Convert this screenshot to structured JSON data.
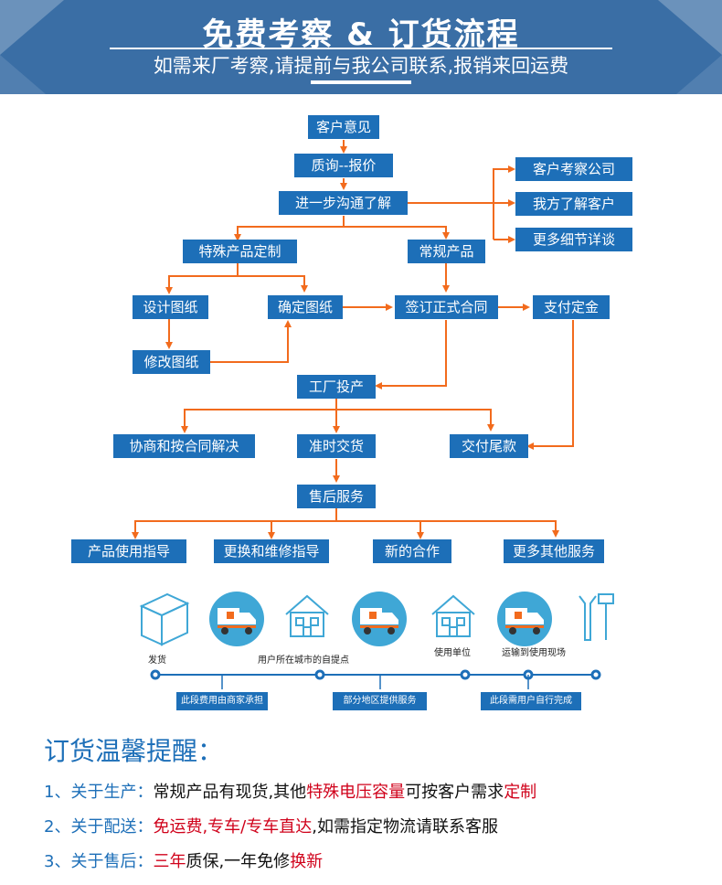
{
  "header": {
    "title": "免费考察 & 订货流程",
    "subtitle": "如需来厂考察,请提前与我公司联系,报销来回运费"
  },
  "flow": {
    "kehu_yijian": "客户意见",
    "zixun_baojia": "质询--报价",
    "jinyibu": "进一步沟通了解",
    "kehu_kaocha": "客户考察公司",
    "wofang_liaojie": "我方了解客户",
    "gengduo_xijie": "更多细节详谈",
    "teshu_dingzhi": "特殊产品定制",
    "changgui": "常规产品",
    "sheji_tuzhi": "设计图纸",
    "queding_tuzhi": "确定图纸",
    "qianding_hetong": "签订正式合同",
    "zhifu_dingjin": "支付定金",
    "xiugai_tuzhi": "修改图纸",
    "gongchang_touchan": "工厂投产",
    "xieshang": "协商和按合同解决",
    "zhunshi_jiaohuo": "准时交货",
    "jiaofu_weikuan": "交付尾款",
    "shouhou": "售后服务",
    "chanpin_zhidao": "产品使用指导",
    "genghuan_weixiu": "更换和维修指导",
    "xin_hezuo": "新的合作",
    "gengduo_fuwu": "更多其他服务"
  },
  "timeline": {
    "labels": [
      "发货",
      "用户所在城市的自提点",
      "使用单位",
      "运输到使用现场"
    ],
    "segments": [
      "此段费用由商家承担",
      "部分地区提供服务",
      "此段需用户自行完成"
    ]
  },
  "colors": {
    "box": "#1d6fb8",
    "arrow": "#f26b1d",
    "banner": "#3a6ea5",
    "accent": "#d0021b",
    "icon": "#3fa7d6"
  },
  "reminder": {
    "title": "订货温馨提醒：",
    "items": [
      {
        "num": "1、关于生产：",
        "parts": [
          "常规产品有现货,其他",
          "特殊电压容量",
          "可按客户需求",
          "定制"
        ]
      },
      {
        "num": "2、关于配送：",
        "parts": [
          "免运费,专车/专车直达",
          ",如需指定物流请联系客服"
        ]
      },
      {
        "num": "3、关于售后：",
        "parts": [
          "三年",
          "质保,一年免修",
          "换新"
        ]
      }
    ]
  }
}
